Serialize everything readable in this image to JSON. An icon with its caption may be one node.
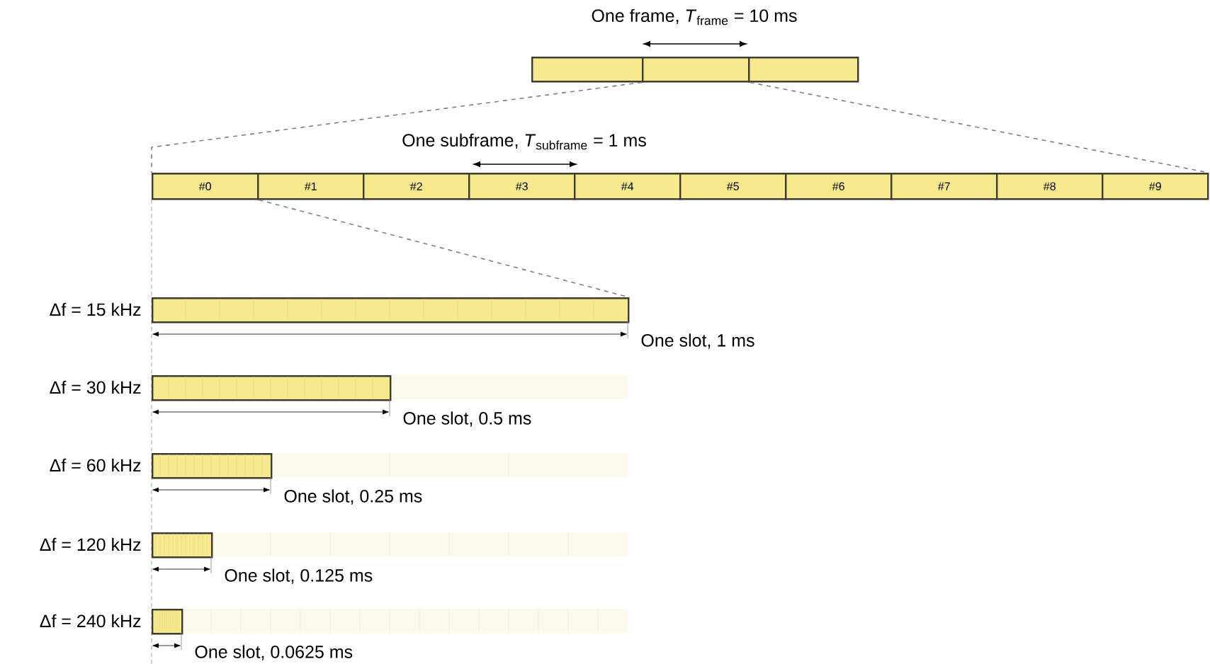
{
  "diagram": {
    "nodes": [
      {
        "text": [],
        "shape": "box"
      },
      {
        "text": [],
        "shape": "box"
      },
      {
        "text": [],
        "shape": "box"
      },
      {
        "text": [
          "#0"
        ]
      },
      {
        "text": [
          "#1"
        ]
      },
      {
        "text": [
          "#2"
        ]
      },
      {
        "text": [
          "#3"
        ]
      },
      {
        "text": [
          "#4"
        ]
      },
      {
        "text": [
          "#5"
        ]
      },
      {
        "text": [
          "#6"
        ]
      },
      {
        "text": [
          "#7"
        ]
      },
      {
        "text": [
          "#8"
        ]
      },
      {
        "text": [
          "#9"
        ]
      },
      {
        "text": [],
        "shape": "bar",
        "beside": [
          "Δf = 15 kHz",
          "One slot, 1 ms"
        ]
      },
      {
        "text": [],
        "shape": "bar",
        "beside": [
          "Δf = 30 kHz",
          "One slot, 0.5 ms"
        ]
      },
      {
        "text": [],
        "shape": "bar",
        "beside": [
          "Δf = 60 kHz",
          "One slot, 0.25 ms"
        ]
      },
      {
        "text": [],
        "shape": "bar",
        "beside": [
          "Δf = 120 kHz",
          "One slot, 0.125 ms"
        ]
      },
      {
        "text": [],
        "shape": "bar",
        "beside": [
          "Δf = 240 kHz",
          "One slot, 0.0625 ms"
        ]
      }
    ],
    "edges": [
      {
        "from": 1,
        "to": 3,
        "arrow": "none",
        "style": "dashed"
      },
      {
        "from": 1,
        "to": 12,
        "arrow": "none",
        "style": "dashed"
      },
      {
        "from": 3,
        "to": 13,
        "arrow": "none",
        "style": "dashed"
      }
    ],
    "labels": [
      "One frame, *T*$_{frame}$ = 10 ms",
      "One subframe, *T*$_{subframe}$ = 1 ms"
    ]
  }
}
